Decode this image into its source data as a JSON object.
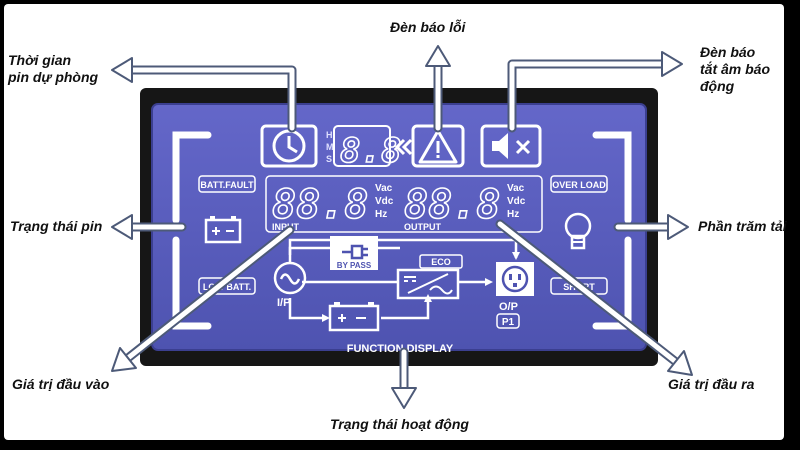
{
  "callouts": {
    "backup_time": "Thời gian\npin dự phòng",
    "fault": "Đèn báo lỗi",
    "mute": "Đèn báo\ntắt âm báo\nđộng",
    "battery_status": "Trạng thái pin",
    "load_percent": "Phần trăm tải",
    "input_value": "Giá trị đầu vào",
    "output_value": "Giá trị đầu ra",
    "operation_status": "Trạng thái hoạt động"
  },
  "lcd": {
    "time_units": [
      "H",
      "M",
      "S"
    ],
    "time_digits": "8.8",
    "input_digits": "88.8",
    "output_digits": "88.8",
    "units_input": [
      "Vac",
      "Vdc",
      "Hz"
    ],
    "units_output": [
      "Vac",
      "Vdc",
      "Hz"
    ],
    "label_input": "INPUT",
    "label_output": "OUTPUT",
    "batt_fault": "BATT.FAULT",
    "low_batt": "LOW BATT.",
    "over_load": "OVER LOAD",
    "short": "SHORT",
    "bypass": "BY PASS",
    "eco": "ECO",
    "ip": "I/P",
    "op": "O/P",
    "p1": "P1",
    "function_display": "FUNCTION DISPLAY"
  },
  "colors": {
    "lcd_blue": "#5a5fbf",
    "bezel": "#161616",
    "arrow_fill": "#ffffff",
    "arrow_stroke": "#4d5a78"
  }
}
